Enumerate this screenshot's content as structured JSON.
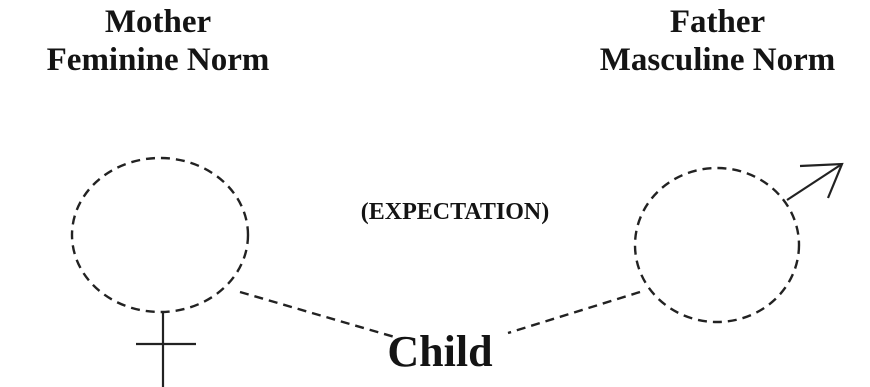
{
  "mother": {
    "line1": "Mother",
    "line2": "Feminine Norm",
    "symbol": "female-venus-icon"
  },
  "father": {
    "line1": "Father",
    "line2": "Masculine Norm",
    "symbol": "male-mars-icon"
  },
  "expectation": "(EXPECTATION)",
  "child": "Child",
  "colors": {
    "ink": "#222222",
    "background": "#ffffff"
  }
}
